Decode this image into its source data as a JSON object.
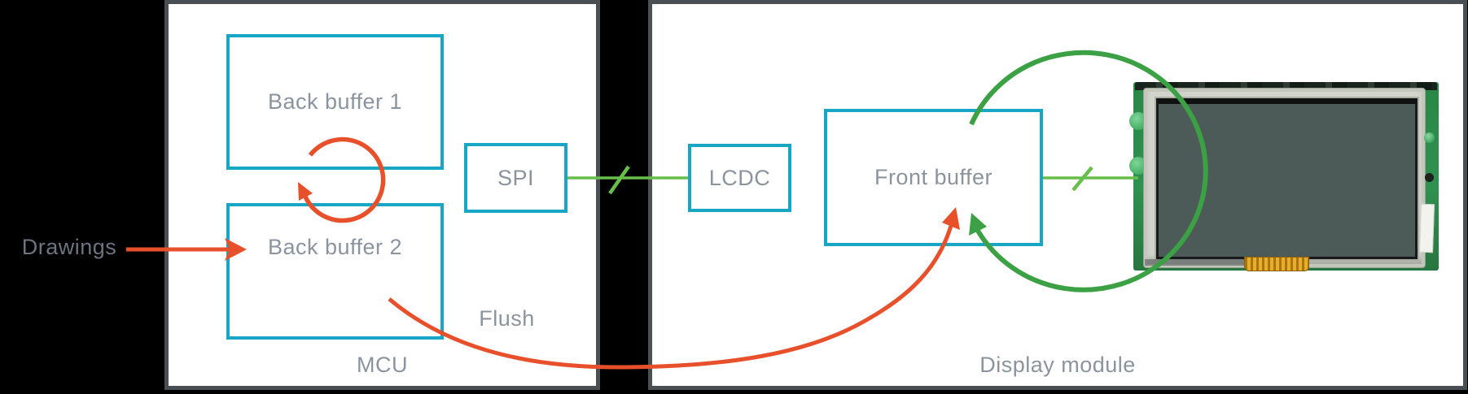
{
  "panels": {
    "mcu": {
      "caption": "MCU"
    },
    "display_module": {
      "caption": "Display module"
    }
  },
  "boxes": {
    "back_buffer_1": {
      "label": "Back buffer 1"
    },
    "back_buffer_2": {
      "label": "Back buffer 2"
    },
    "spi": {
      "label": "SPI"
    },
    "lcdc": {
      "label": "LCDC"
    },
    "front_buffer": {
      "label": "Front buffer"
    }
  },
  "annotations": {
    "drawings": "Drawings",
    "flush": "Flush"
  },
  "connections": [
    {
      "from": "Drawings",
      "to": "Back buffer 2",
      "style": "straight red arrow"
    },
    {
      "from": "Back buffer 1",
      "to": "Back buffer 2",
      "style": "red clockwise rotation arrow (buffer swap)"
    },
    {
      "from": "Back buffer 2",
      "to": "Front buffer",
      "style": "red curved arrow (flush)"
    },
    {
      "from": "SPI",
      "to": "LCDC",
      "style": "green bus line with slash"
    },
    {
      "from": "Front buffer",
      "to": "display panel",
      "style": "green bus line with slash"
    },
    {
      "around": "Front buffer / display panel",
      "style": "green clockwise rotation arrow (refresh)"
    }
  ],
  "colors": {
    "box_border_cyan": "#17a7c5",
    "arrow_red": "#e8502b",
    "rotation_green": "#3ba144",
    "bus_green": "#68be4b",
    "panel_border": "#4a4f54",
    "label_gray": "#8b949e",
    "drawings_label_gray": "#6b7480",
    "background": "#000000"
  }
}
